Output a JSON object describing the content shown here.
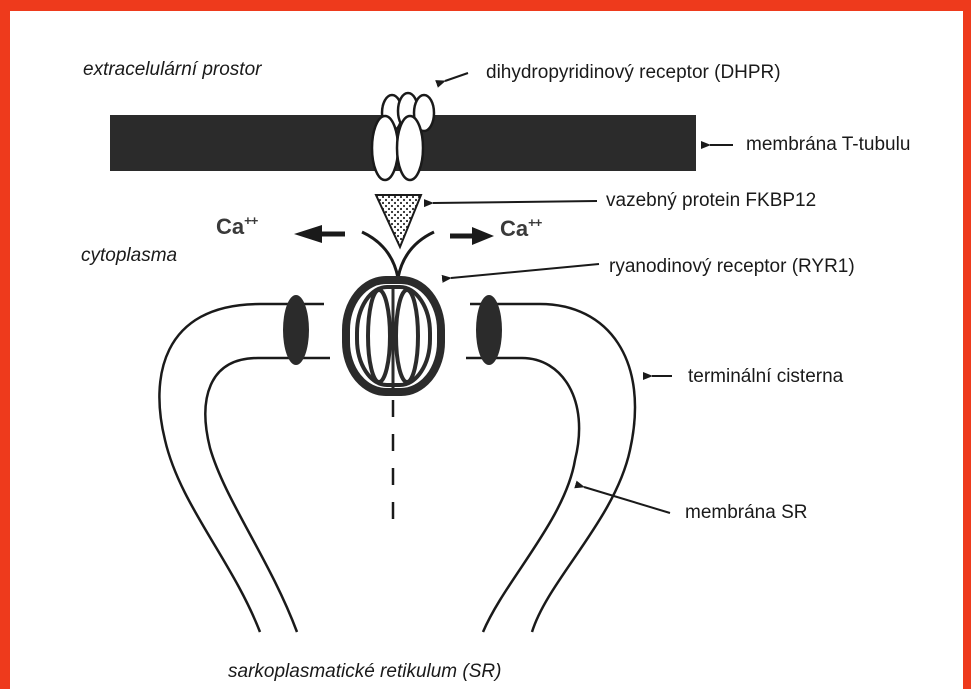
{
  "labels": {
    "extracellular": "extracelulární prostor",
    "dhpr": "dihydropyridinový receptor (DHPR)",
    "t_tubule": "membrána T-tubulu",
    "fkbp12": "vazebný protein FKBP12",
    "cytoplasm": "cytoplasma",
    "ryr1": "ryanodinový receptor (RYR1)",
    "terminal_cisterna": "terminální cisterna",
    "sr_membrane": "membrána SR",
    "sr": "sarkoplasmatické retikulum (SR)",
    "ca_base": "Ca",
    "ca_charge": "++"
  },
  "colors": {
    "frame": "#ee3a1c",
    "membrane": "#2b2b2b",
    "ink": "#1a1a1a"
  }
}
